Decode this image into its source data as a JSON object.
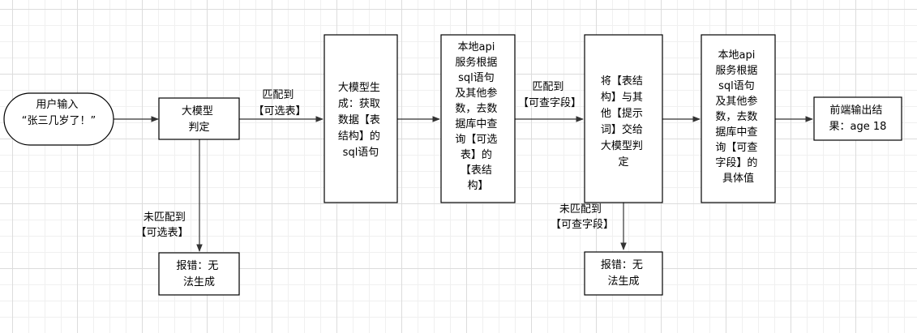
{
  "nodes": {
    "user_input": [
      "用户输入",
      "“张三几岁了！”"
    ],
    "llm_judge": [
      "大模型",
      "判定"
    ],
    "error_1": [
      "报错：无",
      "法生成"
    ],
    "llm_generate_sql": [
      "大模型生",
      "成：获取",
      "数据【表",
      "结构】的",
      "sql语句"
    ],
    "local_api_structure": [
      "本地api",
      "服务根据",
      "sql语句",
      "及其他参",
      "数，去数",
      "据库中查",
      "询【可选",
      "表】的",
      "【表结",
      "构】"
    ],
    "llm_field_judge": [
      "将【表结",
      "构】与其",
      "他【提示",
      "词】交给",
      "大模型判",
      "定"
    ],
    "error_2": [
      "报错：无",
      "法生成"
    ],
    "local_api_values": [
      "本地api",
      "服务根据",
      "sql语句",
      "及其他参",
      "数，去数",
      "据库中查",
      "询【可查",
      "字段】的",
      "具体值"
    ],
    "frontend_output": [
      "前端输出结",
      "果：age 18"
    ]
  },
  "edge_labels": {
    "matched_table": [
      "匹配到",
      "【可选表】"
    ],
    "unmatched_table": [
      "未匹配到",
      "【可选表】"
    ],
    "matched_field": [
      "匹配到",
      "【可查字段】"
    ],
    "unmatched_field": [
      "未匹配到",
      "【可查字段】"
    ]
  }
}
